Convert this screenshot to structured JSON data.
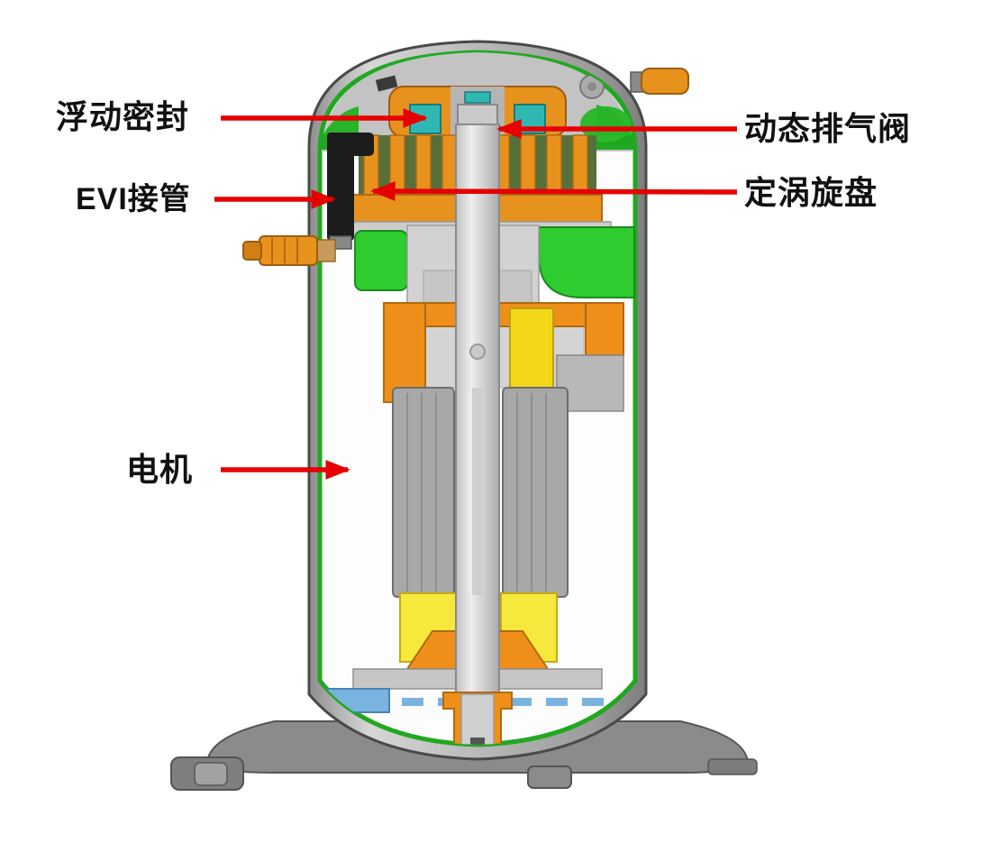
{
  "diagram": {
    "labels": {
      "floating_seal": "浮动密封",
      "evi_pipe": "EVI接管",
      "dynamic_discharge_valve": "动态排气阀",
      "fixed_scroll": "定涡旋盘",
      "motor": "电机"
    },
    "arrow_color": "#e60000",
    "colors": {
      "shell_gray": "#b5b5b5",
      "lining_green": "#21a821",
      "bright_green": "#2ecc2e",
      "scroll_orange": "#ef8f1a",
      "seal_teal": "#2fb8b2",
      "winding_yellow": "#f2d818",
      "oil_blue": "#7ab2e0",
      "pipe_black": "#1c1c1c"
    }
  }
}
